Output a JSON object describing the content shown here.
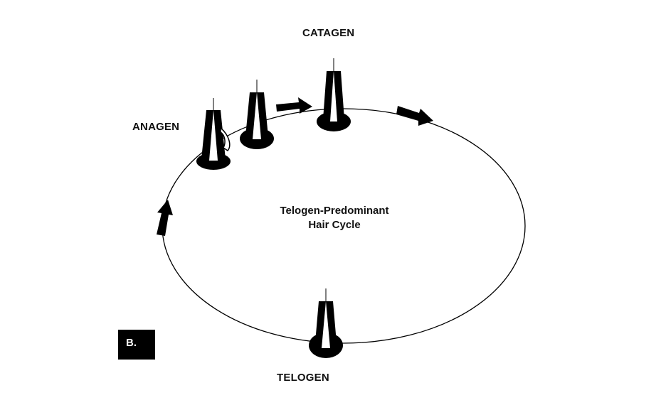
{
  "diagram": {
    "labels": {
      "catagen": "CATAGEN",
      "anagen": "ANAGEN",
      "telogen": "TELOGEN",
      "center_line1": "Telogen-Predominant",
      "center_line2": "Hair Cycle",
      "panel_badge": "B."
    },
    "follicle_icons": [
      "hair-follicle-icon",
      "hair-follicle-icon",
      "hair-follicle-icon",
      "hair-follicle-icon"
    ],
    "arrow_icons": [
      "arrow-right-icon",
      "arrow-down-right-icon",
      "arrow-up-icon"
    ],
    "colors": {
      "ink": "#000000",
      "background": "#ffffff"
    }
  }
}
